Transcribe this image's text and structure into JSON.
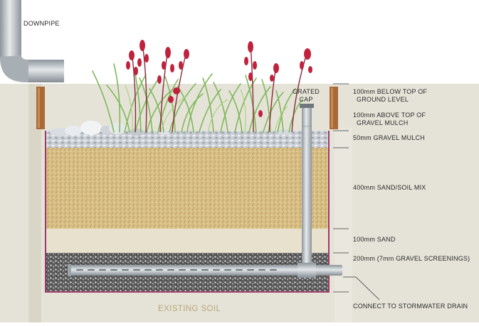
{
  "labels": {
    "downpipe": "DOWNPIPE",
    "grated_cap": "GRATED CAP",
    "below_ground_1": "100mm BELOW TOP OF",
    "below_ground_2": "GROUND LEVEL",
    "above_mulch_1": "100mm ABOVE TOP OF",
    "above_mulch_2": "GRAVEL MULCH",
    "gravel_mulch": "50mm GRAVEL MULCH",
    "sand_soil": "400mm SAND/SOIL MIX",
    "sand": "100mm SAND",
    "gravel_screenings": "200mm (7mm GRAVEL SCREENINGS)",
    "stormwater": "CONNECT TO STORMWATER DRAIN",
    "existing_soil": "EXISTING SOIL"
  },
  "colors": {
    "ground": "#e6e4d9",
    "sand_soil": "#d9c086",
    "sand": "#e7e1cd",
    "screenings": "#6f6f6f",
    "liner": "#9c3b6a",
    "pipe": "#b7bdc1",
    "timber": "#a86a36",
    "flower": "#c0223d",
    "leaf": "#7fb85a"
  }
}
